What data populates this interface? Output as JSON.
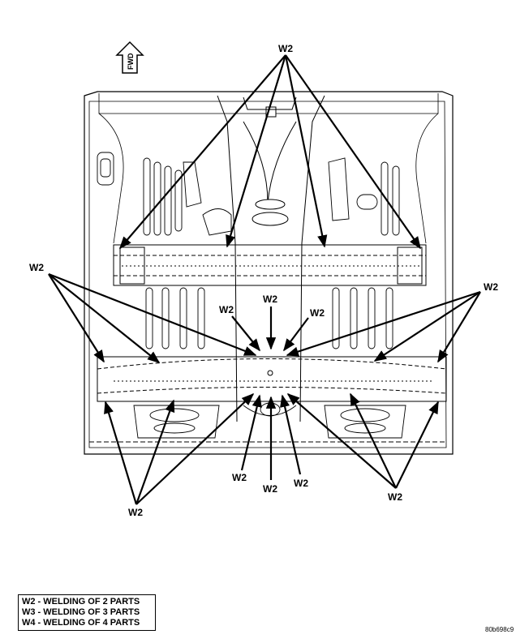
{
  "direction_label": "FWD",
  "weld_callout": "W2",
  "legend": [
    "W2 - WELDING OF 2 PARTS",
    "W3 - WELDING OF 3 PARTS",
    "W4 - WELDING OF 4 PARTS"
  ],
  "figure_id": "80b698c9",
  "colors": {
    "line": "#000000",
    "background": "#ffffff"
  }
}
